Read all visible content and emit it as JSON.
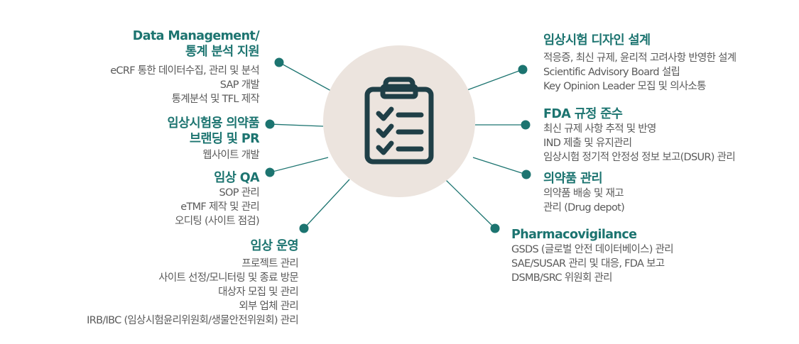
{
  "accent": "#1c7470",
  "hub_color": "#ece4de",
  "hub_icon": "clipboard-checklist-icon",
  "left_blocks": [
    {
      "title": [
        "Data Management/",
        "통계 분석 지원"
      ],
      "items": [
        "eCRF 통한 데이터수집, 관리 및 분석",
        "SAP 개발",
        "통계분석 및 TFL 제작"
      ]
    },
    {
      "title": [
        "임상시험용 의약품",
        "브랜딩 및 PR"
      ],
      "items": [
        "웹사이트 개발"
      ]
    },
    {
      "title": [
        "임상 QA"
      ],
      "items": [
        "SOP 관리",
        "eTMF 제작 및 관리",
        "오디팅 (사이트 점검)"
      ]
    },
    {
      "title": [
        "임상 운영"
      ],
      "items": [
        "프로젝트 관리",
        "사이트 선정/모니터링 및 종료 방문",
        "대상자 모집 및 관리",
        "외부 업체 관리",
        "IRB/IBC (임상시험윤리위원회/생물안전위원회) 관리"
      ]
    }
  ],
  "right_blocks": [
    {
      "title": [
        "임상시험 디자인 설계"
      ],
      "items": [
        "적응증, 최신 규제, 윤리적 고려사항 반영한 설계",
        "Scientific Advisory Board 설립",
        "Key Opinion Leader 모집 및 의사소통"
      ]
    },
    {
      "title": [
        "FDA 규정 준수"
      ],
      "items": [
        "최신 규제 사항 추적 및 반영",
        "IND 제출 및 유지관리",
        "임상시험 정기적 안정성 정보 보고(DSUR) 관리"
      ]
    },
    {
      "title": [
        "의약품 관리"
      ],
      "items": [
        "의약품 배송 및 재고",
        "관리 (Drug depot)"
      ]
    },
    {
      "title": [
        "Pharmacovigilance"
      ],
      "items": [
        "GSDS (글로벌 안전 데이터베이스) 관리",
        "SAE/SUSAR 관리 및 대응, FDA 보고",
        "DSMB/SRC 위원회 관리"
      ]
    }
  ]
}
